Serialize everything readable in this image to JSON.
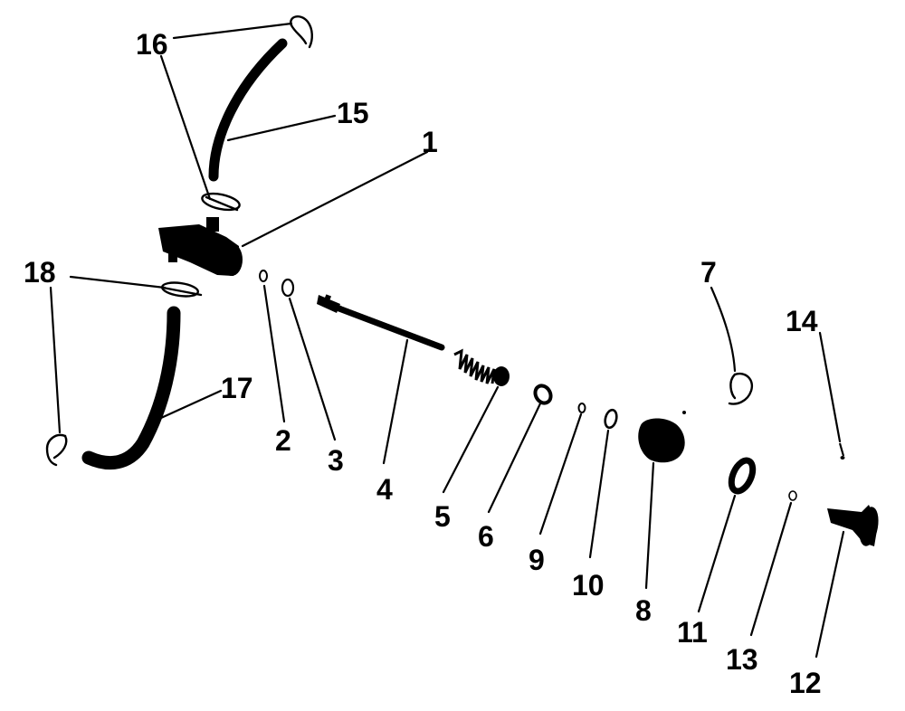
{
  "callouts": {
    "c1": "1",
    "c2": "2",
    "c3": "3",
    "c4": "4",
    "c5": "5",
    "c6": "6",
    "c7": "7",
    "c8": "8",
    "c9": "9",
    "c10": "10",
    "c11": "11",
    "c12": "12",
    "c13": "13",
    "c14": "14",
    "c15": "15",
    "c16": "16",
    "c17": "17",
    "c18": "18"
  },
  "colors": {
    "ink": "#000000",
    "background": "#ffffff"
  }
}
